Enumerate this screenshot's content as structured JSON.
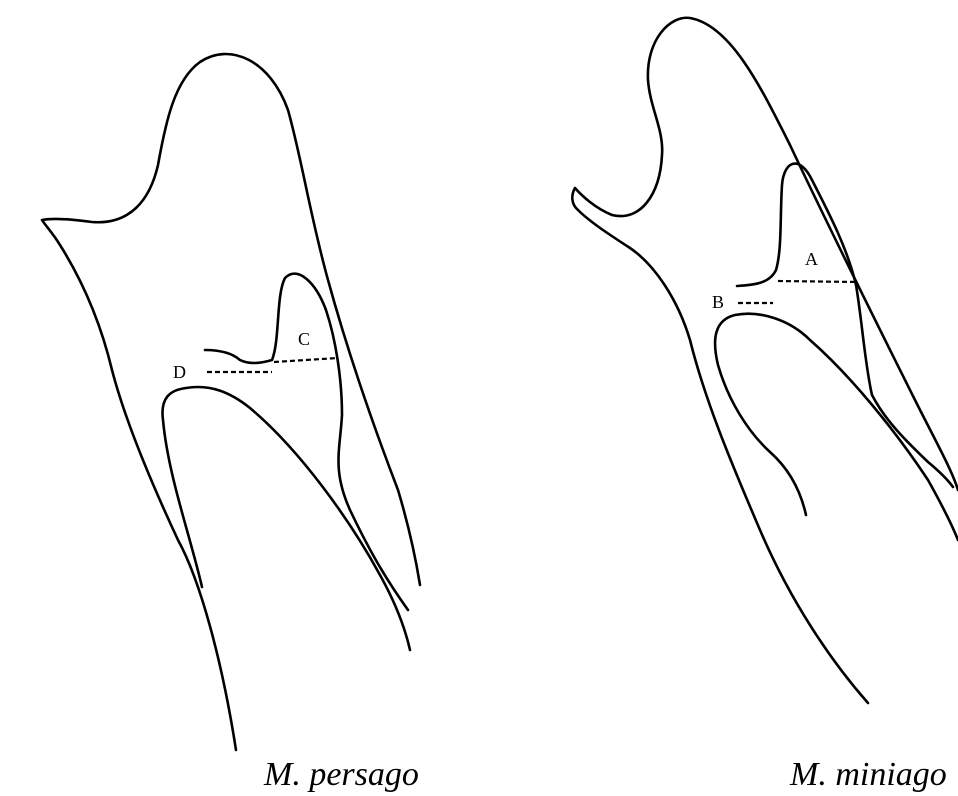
{
  "left_specimen": {
    "caption": "M. persago",
    "labels": {
      "c": "C",
      "d": "D"
    }
  },
  "right_specimen": {
    "caption": "M. miniago",
    "labels": {
      "a": "A",
      "b": "B"
    }
  }
}
